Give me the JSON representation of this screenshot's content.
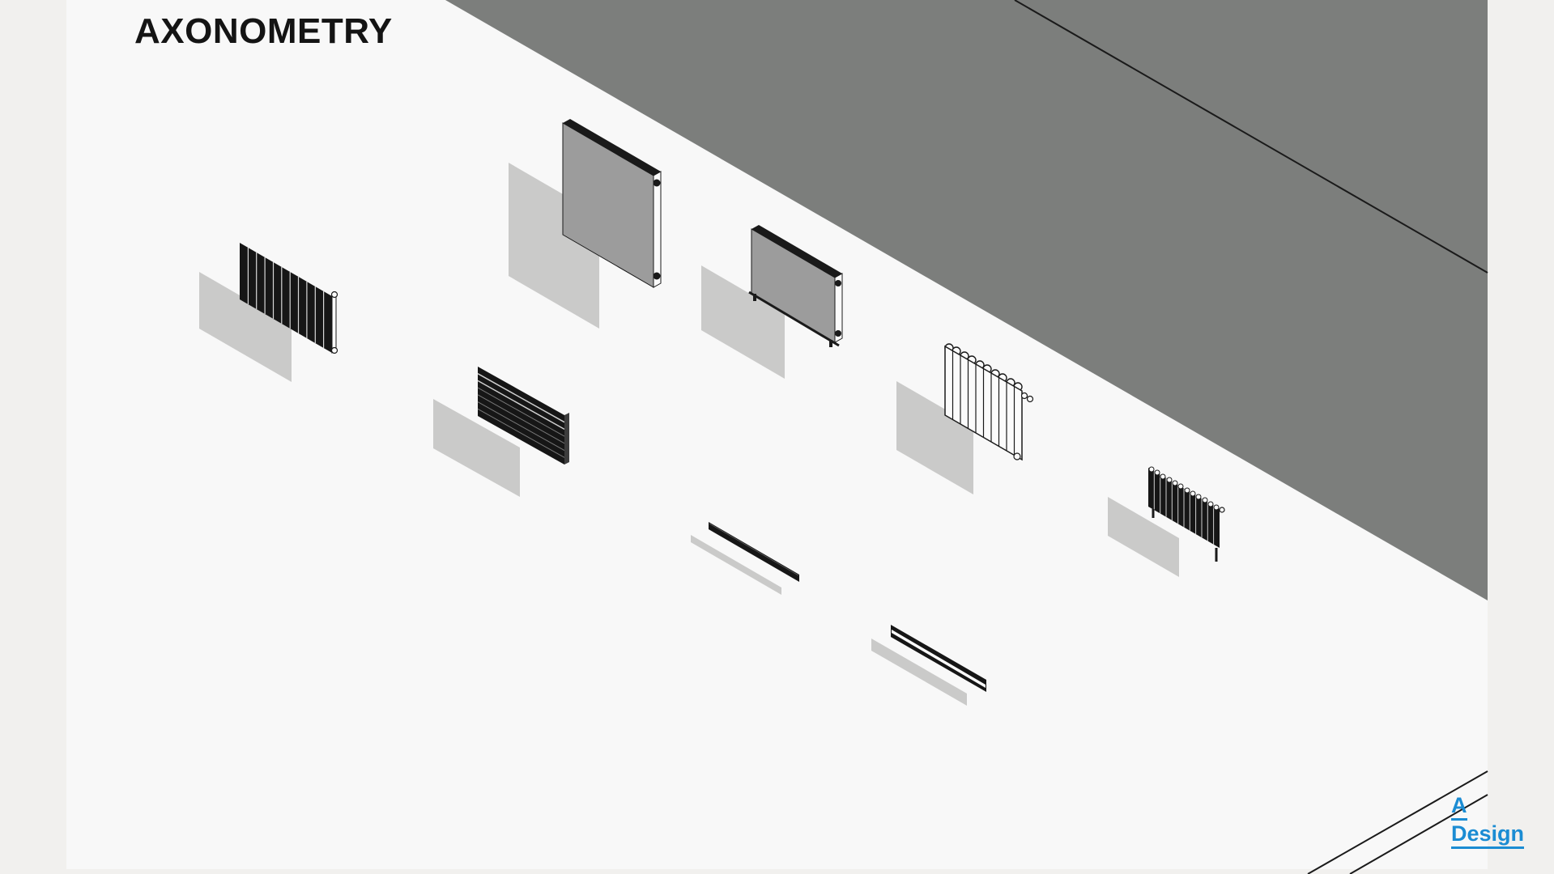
{
  "page": {
    "title": "AXONOMETRY",
    "logo": {
      "line1": "A",
      "line2": "Design"
    }
  },
  "colors": {
    "marginBg": "#f1f0ee",
    "sheetBg": "#f8f8f8",
    "backdropGray": "#7c7e7c",
    "ink": "#1a1a1a",
    "radiatorGray": "#9c9c9c",
    "radiatorDark": "#161616",
    "radiatorWhite": "#fbfbfb",
    "shadowGray": "#c6c5c4",
    "accentBlue": "#1b8cd3"
  },
  "scene": {
    "view": "isometric-axonometry",
    "objects": [
      {
        "name": "panel-radiator-tall"
      },
      {
        "name": "column-radiator-dark"
      },
      {
        "name": "panel-radiator"
      },
      {
        "name": "finned-panel-radiator-dark"
      },
      {
        "name": "sectional-column-radiator-white"
      },
      {
        "name": "sectional-column-radiator-dark"
      },
      {
        "name": "low-tube-radiator"
      },
      {
        "name": "twin-tube-radiator"
      }
    ]
  }
}
